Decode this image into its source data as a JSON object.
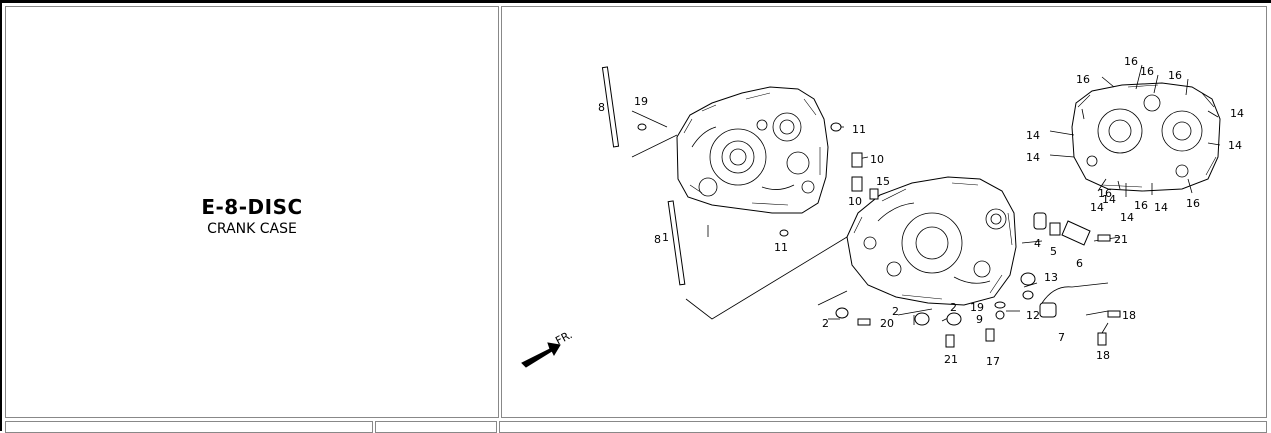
{
  "header": {
    "code": "E-8-DISC",
    "name": "CRANK CASE"
  },
  "diagram": {
    "direction_label": "FR.",
    "callouts": [
      "1",
      "2",
      "2",
      "2",
      "4",
      "5",
      "6",
      "7",
      "8",
      "8",
      "9",
      "10",
      "10",
      "11",
      "11",
      "12",
      "13",
      "14",
      "14",
      "14",
      "14",
      "14",
      "14",
      "14",
      "14",
      "15",
      "16",
      "16",
      "16",
      "16",
      "16",
      "16",
      "16",
      "17",
      "18",
      "18",
      "19",
      "19",
      "20",
      "21",
      "21"
    ]
  }
}
